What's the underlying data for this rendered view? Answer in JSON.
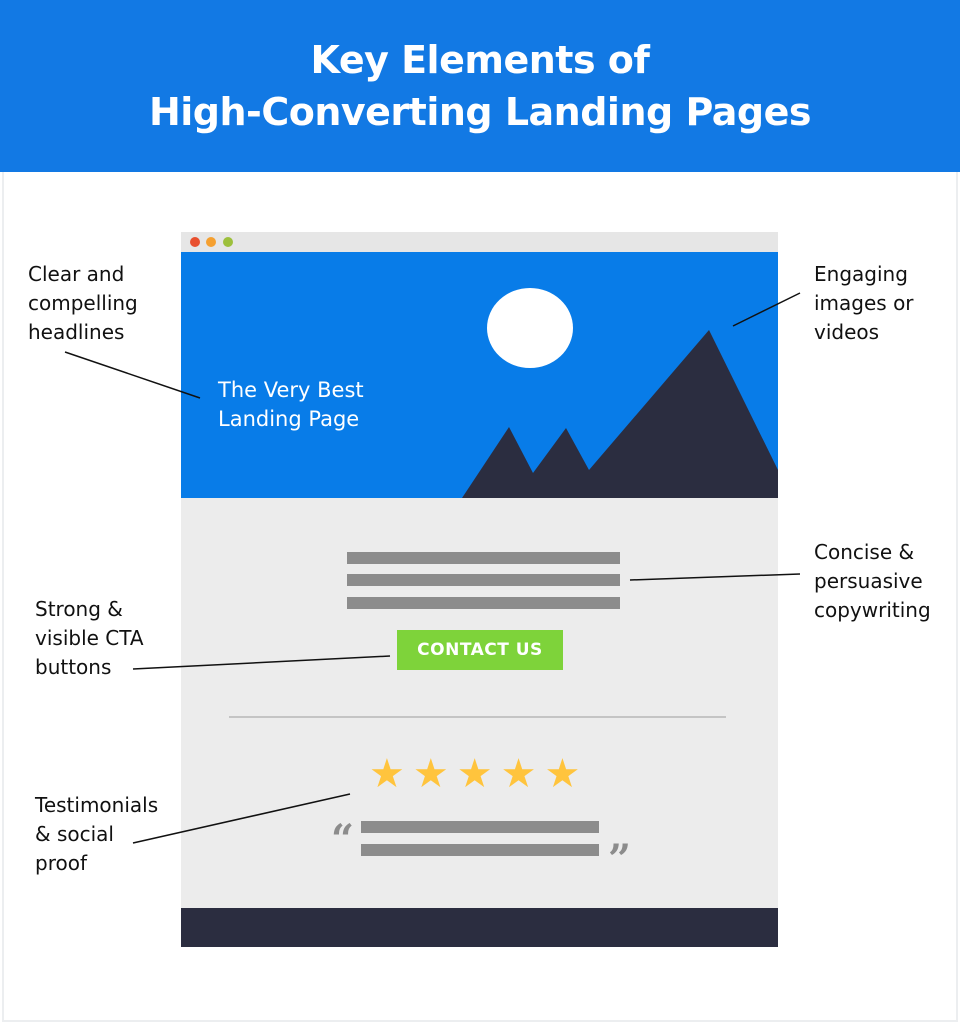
{
  "header": {
    "title_line1": "Key Elements of",
    "title_line2": "High-Converting Landing Pages"
  },
  "mockup": {
    "hero_title_line1": "The Very Best",
    "hero_title_line2": "Landing Page",
    "cta_label": "CONTACT US",
    "rating_stars": 5,
    "open_quote": "“",
    "close_quote": "”"
  },
  "labels": {
    "headlines": [
      "Clear and",
      "compelling",
      "headlines"
    ],
    "images": [
      "Engaging",
      "images or",
      "videos"
    ],
    "copywriting": [
      "Concise &",
      "persuasive",
      "copywriting"
    ],
    "cta": [
      "Strong &",
      "visible CTA",
      "buttons"
    ],
    "testimonials": [
      "Testimonials",
      "& social",
      "proof"
    ]
  },
  "colors": {
    "brand_blue": "#1279e4",
    "dark": "#2b2d40",
    "cta_green": "#7ed33a",
    "star": "#ffc43d"
  }
}
